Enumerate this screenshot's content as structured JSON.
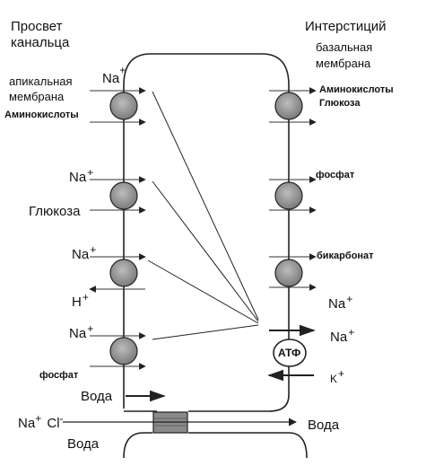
{
  "headers": {
    "lumen": [
      "Просвет",
      "канальца"
    ],
    "interstitium": "Интерстиций",
    "basal": [
      "базальная",
      "мембрана"
    ],
    "apical": [
      "апикальная",
      "мембрана"
    ]
  },
  "left_labels": {
    "na": "Na",
    "plus": "+",
    "amino": "Аминокислоты",
    "glucose": "Глюкоза",
    "h": "H",
    "phosphate": "фосфат",
    "water": "Вода",
    "cl": "Cl",
    "minus": "-",
    "water_bottom": "Вода"
  },
  "right_labels": {
    "amino": "Аминокислоты",
    "glucose": "Глюкоза",
    "phosphate": "фосфат",
    "bicarbonate": "бикарбонат",
    "na": "Na",
    "plus": "+",
    "k": "K",
    "water": "Вода"
  },
  "pump": {
    "label": "АТФ"
  }
}
